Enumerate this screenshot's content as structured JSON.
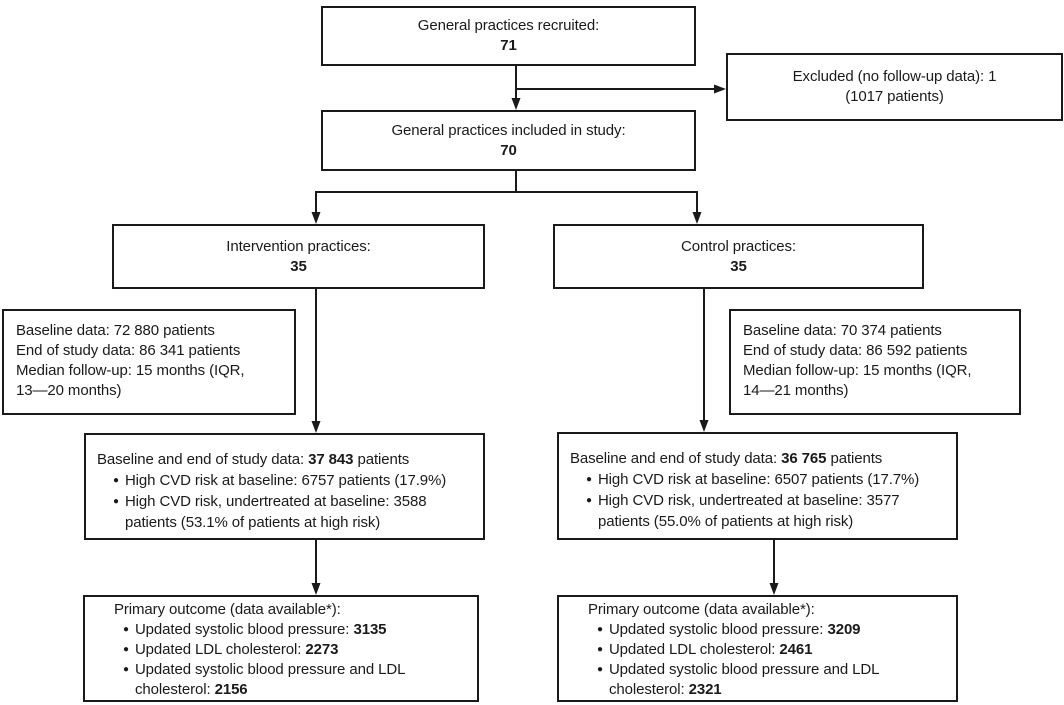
{
  "icons": {
    "bullet": "●"
  },
  "colors": {
    "border": "#1a1a1a",
    "background": "#ffffff",
    "text": "#1a1a1a"
  },
  "flow": {
    "top_box": {
      "title": "General practices recruited:",
      "value": "71"
    },
    "excluded_box": {
      "line1": "Excluded (no follow-up data): 1",
      "line2": "(1017 patients)"
    },
    "included_box": {
      "title": "General practices included in study:",
      "value": "70"
    },
    "intervention_box": {
      "title": "Intervention practices:",
      "value": "35"
    },
    "control_box": {
      "title": "Control practices:",
      "value": "35"
    },
    "intervention_info_box": {
      "line1": "Baseline data: 72 880 patients",
      "line2": "End of study data: 86 341 patients",
      "line3": "Median follow-up: 15 months (IQR,",
      "line4": "13—20 months)"
    },
    "control_info_box": {
      "line1": "Baseline data: 70 374 patients",
      "line2": "End of study data: 86 592 patients",
      "line3": "Median follow-up: 15 months (IQR,",
      "line4": "14—21 months)"
    },
    "intervention_mid_box": {
      "header_prefix": "Baseline and end of study data: ",
      "header_value": "37 843",
      "header_suffix": " patients",
      "bullet1": "High CVD risk at baseline: 6757 patients (17.9%)",
      "bullet2_line1": "High CVD risk, undertreated at baseline: 3588",
      "bullet2_line2": "patients (53.1% of patients at high risk)"
    },
    "control_mid_box": {
      "header_prefix": "Baseline and end of study data: ",
      "header_value": "36 765",
      "header_suffix": " patients",
      "bullet1": "High CVD risk at baseline: 6507 patients (17.7%)",
      "bullet2_line1": "High CVD risk, undertreated at baseline: 3577",
      "bullet2_line2": "patients (55.0% of patients at high risk)"
    },
    "intervention_primary_box": {
      "header": "Primary outcome (data available*):",
      "bullet1_text": "Updated systolic blood pressure: ",
      "bullet1_value": "3135",
      "bullet2_text": "Updated LDL cholesterol: ",
      "bullet2_value": "2273",
      "bullet3_line1": "Updated systolic blood pressure and LDL",
      "bullet3_line2_text": "cholesterol: ",
      "bullet3_line2_value": "2156"
    },
    "control_primary_box": {
      "header": "Primary outcome (data available*):",
      "bullet1_text": "Updated systolic blood pressure: ",
      "bullet1_value": "3209",
      "bullet2_text": "Updated LDL cholesterol: ",
      "bullet2_value": "2461",
      "bullet3_line1": "Updated systolic blood pressure and LDL",
      "bullet3_line2_text": "cholesterol: ",
      "bullet3_line2_value": "2321"
    }
  }
}
